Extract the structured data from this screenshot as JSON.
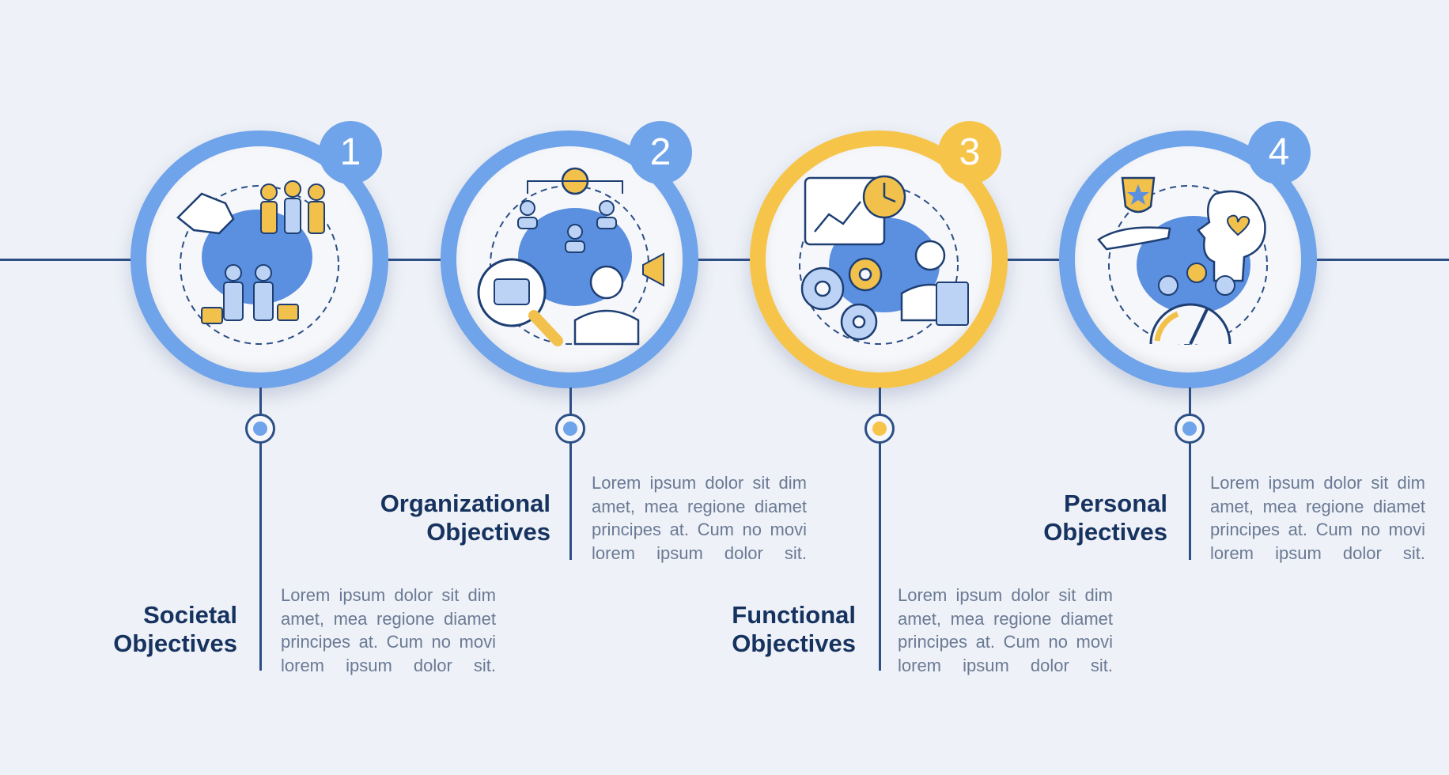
{
  "colors": {
    "blue_ring": "#6fa3ea",
    "yellow_ring": "#f7c44a",
    "line": "#2c4f86",
    "title": "#16325f",
    "body": "#6a7a94",
    "background": "#eef1f7"
  },
  "steps": [
    {
      "number": "1",
      "title_line1": "Societal",
      "title_line2": "Objectives",
      "body": "Lorem ipsum dolor sit dim amet, mea regione diamet principes at. Cum no movi lorem ipsum dolor sit.",
      "accent": "blue",
      "icon": "teamwork-handshake-icon"
    },
    {
      "number": "2",
      "title_line1": "Organizational",
      "title_line2": "Objectives",
      "body": "Lorem ipsum dolor sit dim amet, mea regione diamet principes at. Cum no movi lorem ipsum dolor sit.",
      "accent": "blue",
      "icon": "org-structure-icon"
    },
    {
      "number": "3",
      "title_line1": "Functional",
      "title_line2": "Objectives",
      "body": "Lorem ipsum dolor sit dim amet, mea regione diamet principes at. Cum no movi lorem ipsum dolor sit.",
      "accent": "yellow",
      "icon": "gears-analytics-icon"
    },
    {
      "number": "4",
      "title_line1": "Personal",
      "title_line2": "Objectives",
      "body": "Lorem ipsum dolor sit dim amet, mea regione diamet principes at. Cum no movi lorem ipsum dolor sit.",
      "accent": "blue",
      "icon": "personal-growth-icon"
    }
  ]
}
